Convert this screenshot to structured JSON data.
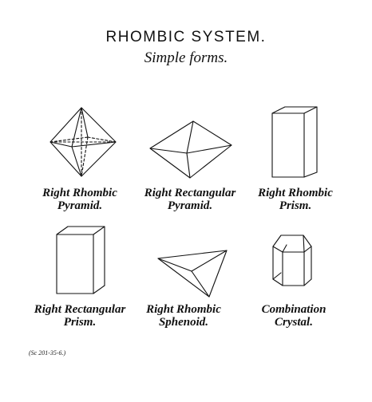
{
  "header": {
    "title": "RHOMBIC  SYSTEM.",
    "subtitle": "Simple forms."
  },
  "figures": [
    {
      "line1": "Right Rhombic",
      "line2": "Pyramid."
    },
    {
      "line1": "Right Rectangular",
      "line2": "Pyramid."
    },
    {
      "line1": "Right Rhombic",
      "line2": "Prism."
    },
    {
      "line1": "Right Rectangular",
      "line2": "Prism."
    },
    {
      "line1": "Right Rhombic",
      "line2": "Sphenoid."
    },
    {
      "line1": "Combination",
      "line2": "Crystal."
    }
  ],
  "footer": {
    "note": "(Sc 201-35-6.)"
  },
  "colors": {
    "ink": "#111111",
    "paper": "#ffffff"
  }
}
